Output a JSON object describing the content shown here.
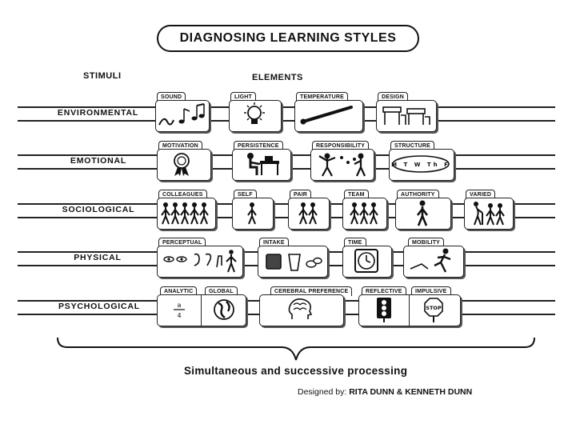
{
  "title": "DIAGNOSING LEARNING STYLES",
  "headers": {
    "stimuli": "STIMULI",
    "elements": "ELEMENTS"
  },
  "rows": [
    {
      "label": "ENVIRONMENTAL",
      "elements": [
        {
          "label": "SOUND",
          "icon": "music-notes-icon"
        },
        {
          "label": "LIGHT",
          "icon": "light-bulb-icon"
        },
        {
          "label": "TEMPERATURE",
          "icon": "thermometer-icon"
        },
        {
          "label": "DESIGN",
          "icon": "desk-chairs-icon"
        }
      ]
    },
    {
      "label": "EMOTIONAL",
      "elements": [
        {
          "label": "MOTIVATION",
          "icon": "award-ribbon-icon"
        },
        {
          "label": "PERSISTENCE",
          "icon": "person-at-desk-icon"
        },
        {
          "label": "RESPONSIBILITY",
          "icon": "juggling-person-icon"
        },
        {
          "label": "STRUCTURE",
          "icon": "structure-oval-icon",
          "text": "M T W Th F"
        }
      ]
    },
    {
      "label": "SOCIOLOGICAL",
      "elements": [
        {
          "label": "COLLEAGUES",
          "icon": "group-people-icon"
        },
        {
          "label": "SELF",
          "icon": "single-person-icon"
        },
        {
          "label": "PAIR",
          "icon": "two-people-icon"
        },
        {
          "label": "TEAM",
          "icon": "team-people-icon"
        },
        {
          "label": "AUTHORITY",
          "icon": "authority-person-icon"
        },
        {
          "label": "VARIED",
          "icon": "varied-people-icon"
        }
      ]
    },
    {
      "label": "PHYSICAL",
      "elements": [
        {
          "label": "PERCEPTUAL",
          "icon": "senses-icon"
        },
        {
          "label": "INTAKE",
          "icon": "food-drink-icon"
        },
        {
          "label": "TIME",
          "icon": "clock-icon"
        },
        {
          "label": "MOBILITY",
          "icon": "running-person-icon"
        }
      ]
    },
    {
      "label": "PSYCHOLOGICAL",
      "elements": [
        {
          "label": "ANALYTIC",
          "icon": "fraction-icon",
          "text": "a/4"
        },
        {
          "label": "GLOBAL",
          "icon": "globe-icon"
        },
        {
          "label": "CEREBRAL PREFERENCE",
          "icon": "brain-head-icon"
        },
        {
          "label": "REFLECTIVE",
          "icon": "traffic-light-icon"
        },
        {
          "label": "IMPULSIVE",
          "icon": "stop-sign-icon",
          "text": "STOP"
        }
      ]
    }
  ],
  "caption": "Simultaneous and successive processing",
  "credit": {
    "prefix": "Designed by:",
    "authors": "RITA DUNN & KENNETH DUNN"
  }
}
